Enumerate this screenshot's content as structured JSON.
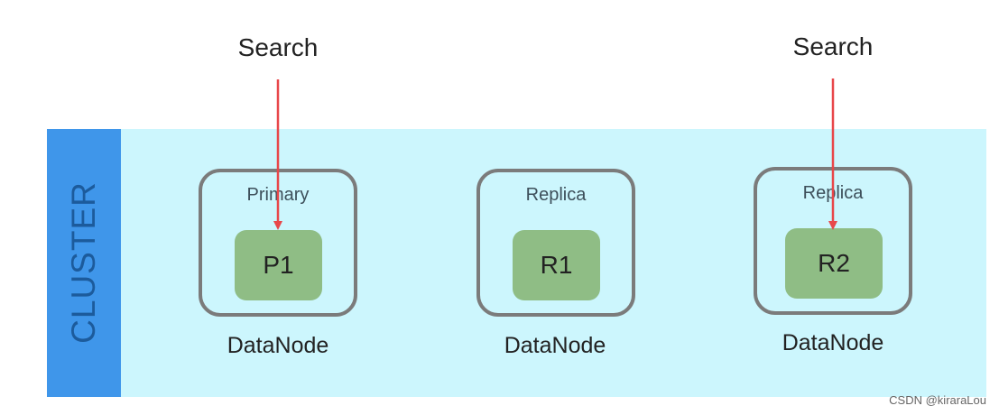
{
  "cluster": {
    "label": "CLUSTER",
    "colors": {
      "background": "#ccf6fd",
      "bar": "#3f96ea",
      "label": "#1c5b9c"
    }
  },
  "search_requests": [
    {
      "label": "Search",
      "target": "P1"
    },
    {
      "label": "Search",
      "target": "R2"
    }
  ],
  "nodes": [
    {
      "role": "Primary",
      "shard": "P1",
      "label": "DataNode"
    },
    {
      "role": "Replica",
      "shard": "R1",
      "label": "DataNode"
    },
    {
      "role": "Replica",
      "shard": "R2",
      "label": "DataNode"
    }
  ],
  "colors": {
    "arrow": "#e8474a",
    "node_border": "#7b7b7b",
    "shard": "#8fbd85"
  },
  "watermark": "CSDN @kiraraLou"
}
